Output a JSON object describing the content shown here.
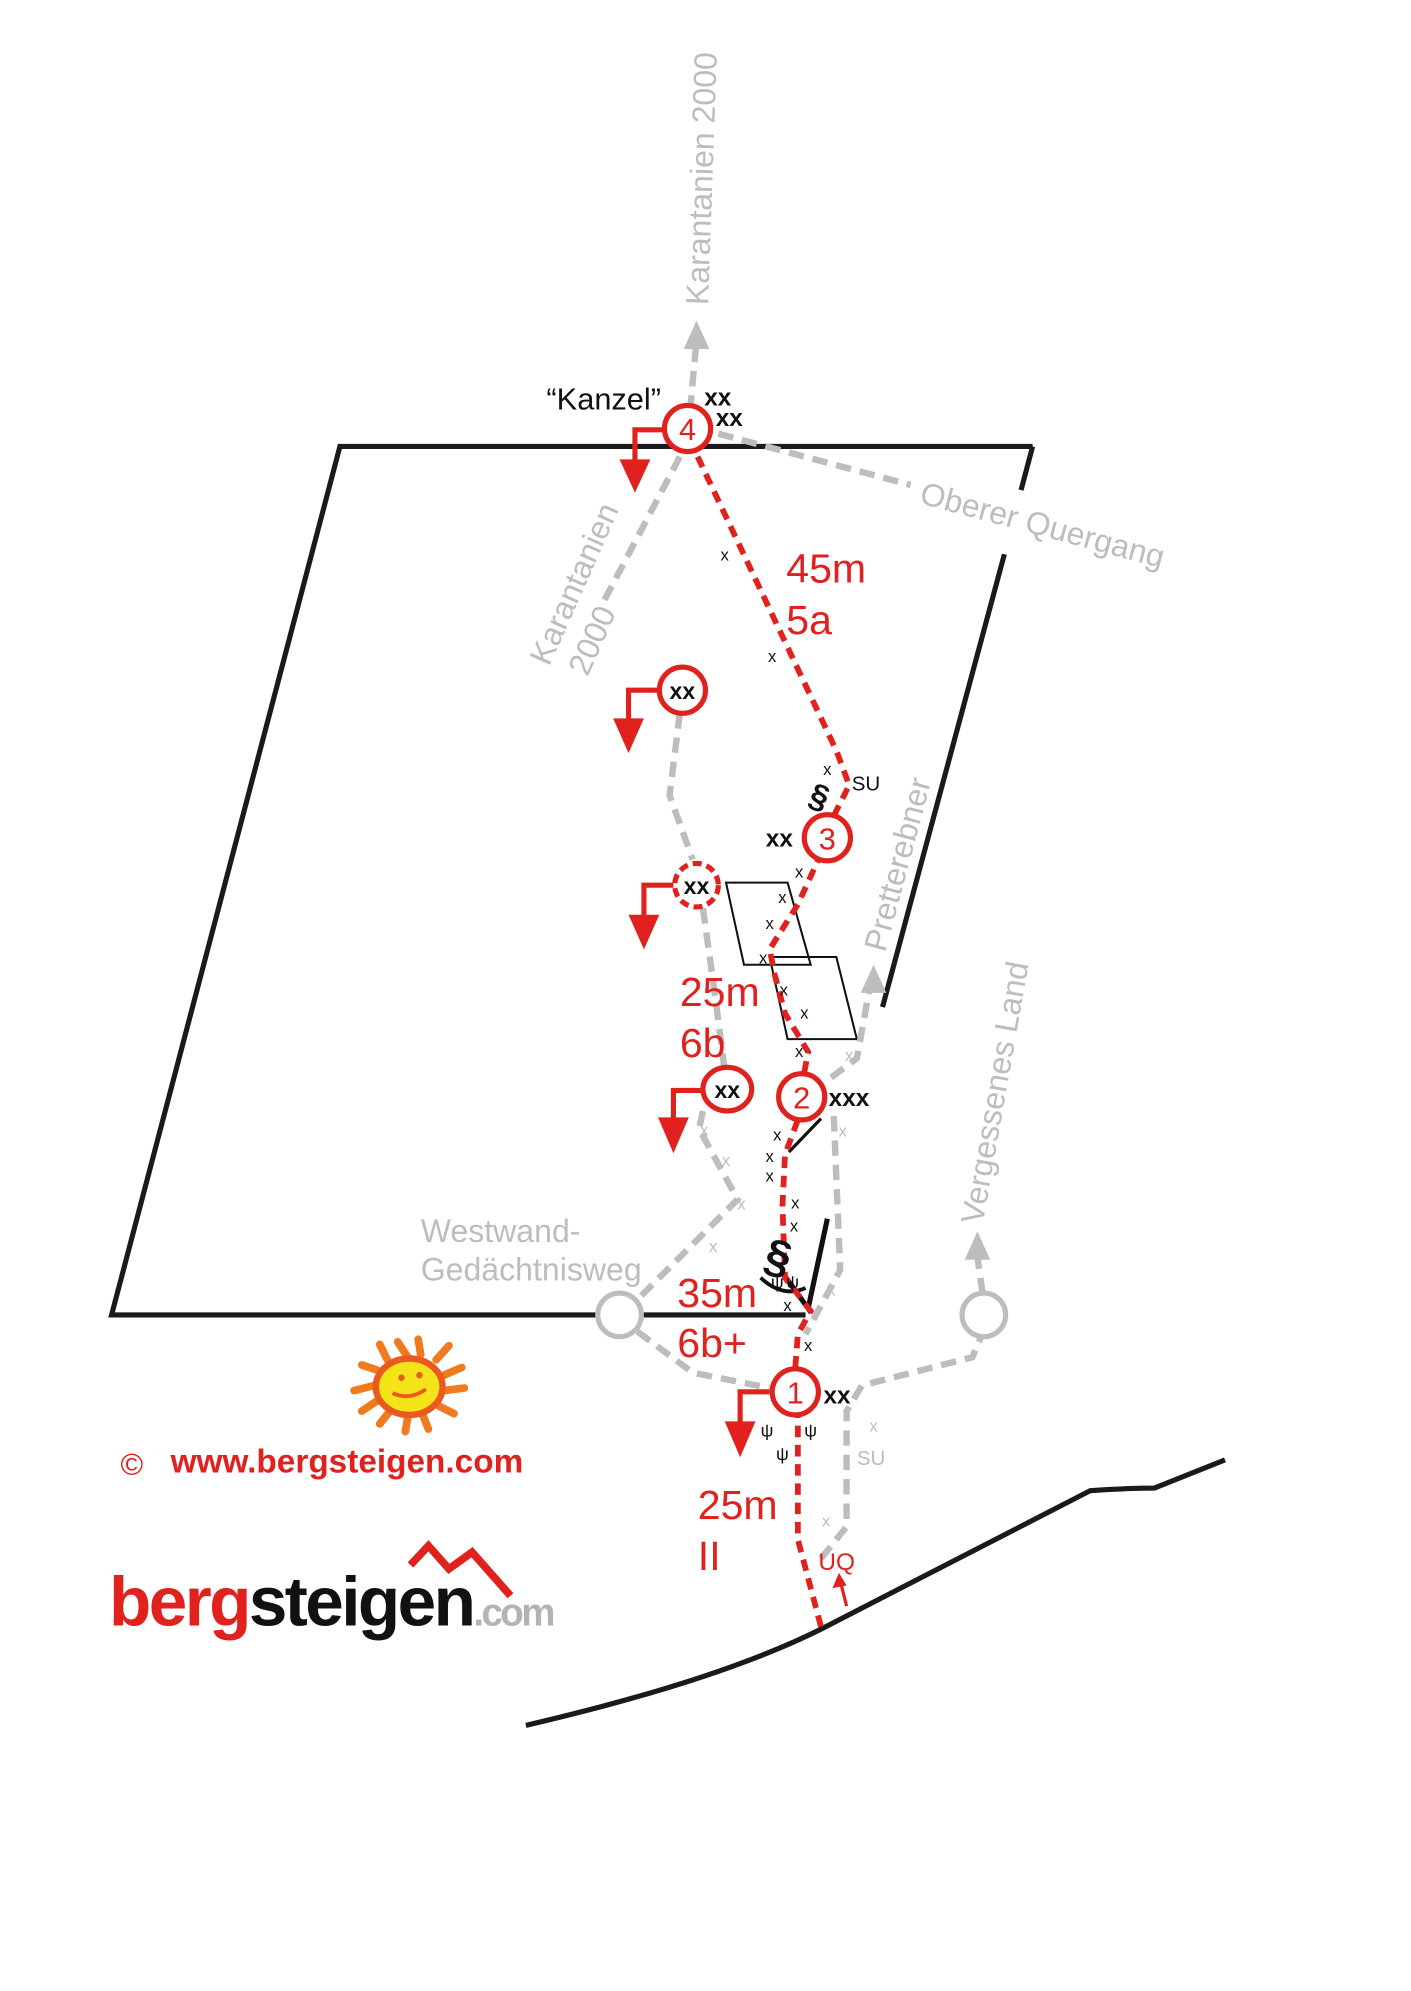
{
  "topo": {
    "belays": [
      "1",
      "2",
      "3",
      "4"
    ],
    "anchors_xx": "xx",
    "anchors_xxx": "xxx",
    "kanzel": "“Kanzel”",
    "pitches": [
      {
        "length": "25m",
        "grade": "II"
      },
      {
        "length": "35m",
        "grade": "6b+"
      },
      {
        "length": "25m",
        "grade": "6b"
      },
      {
        "length": "45m",
        "grade": "5a"
      }
    ],
    "bolt": "x",
    "su": "SU",
    "uq": "UQ",
    "routes": {
      "karantanien_top": "Karantanien 2000",
      "karantanien_line1": "Karantanien",
      "karantanien_line2": "2000",
      "oberer_quergang": "Oberer Quergang",
      "pretterebner": "Pretterebner",
      "vergessenes_land": "Vergessenes Land",
      "westwand_line1": "Westwand-",
      "westwand_line2": "Gedächtnisweg"
    },
    "colors": {
      "route": "#e0211d",
      "other_routes": "#bdbdbd",
      "wall": "#1a1a1a"
    }
  },
  "footer": {
    "copyright": "©",
    "url": "www.bergsteigen.com",
    "logo_berg": "berg",
    "logo_steigen": "steigen",
    "logo_com": ".com"
  }
}
